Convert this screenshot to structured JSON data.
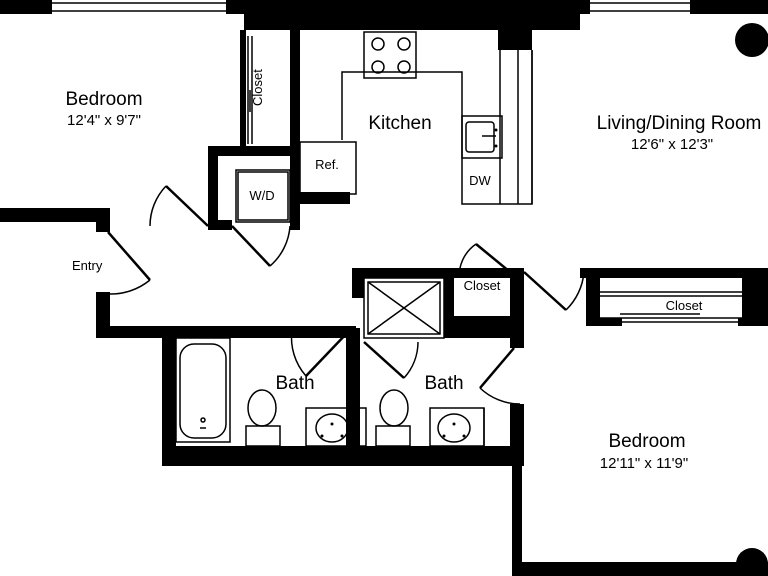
{
  "rooms": {
    "bedroom1": {
      "name": "Bedroom",
      "dims": "12'4\" x 9'7\""
    },
    "kitchen": {
      "name": "Kitchen"
    },
    "living": {
      "name": "Living/Dining Room",
      "dims": "12'6\" x 12'3\""
    },
    "bedroom2": {
      "name": "Bedroom",
      "dims": "12'11\" x 11'9\""
    },
    "bath1": {
      "name": "Bath"
    },
    "bath2": {
      "name": "Bath"
    },
    "closet1": {
      "name": "Closet"
    },
    "closet2": {
      "name": "Closet"
    },
    "closet3": {
      "name": "Closet"
    },
    "entry": {
      "name": "Entry"
    },
    "washer_dryer": {
      "name": "W/D"
    },
    "refrigerator": {
      "name": "Ref."
    },
    "dishwasher": {
      "name": "DW"
    }
  }
}
